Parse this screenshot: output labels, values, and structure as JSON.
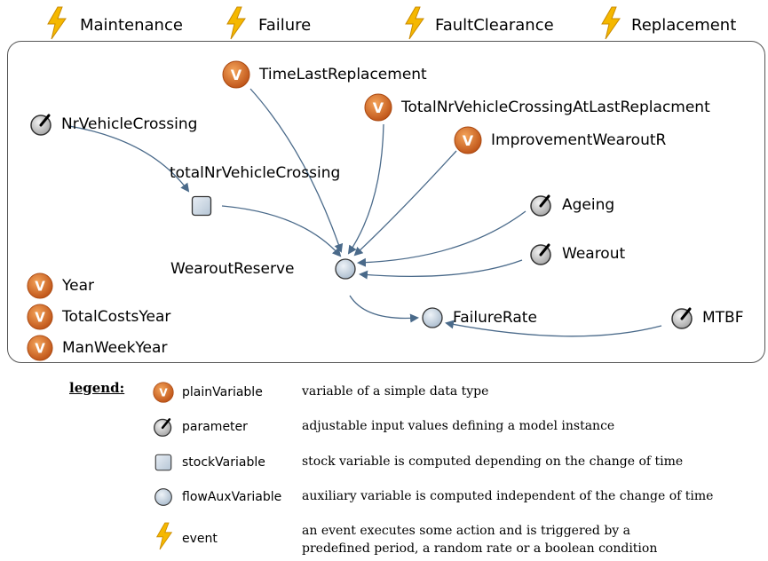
{
  "events": [
    "Maintenance",
    "Failure",
    "FaultClearance",
    "Replacement"
  ],
  "nodes": {
    "time_last_replacement": "TimeLastReplacement",
    "total_nr_vehicle_crossing_at_last_replacment": "TotalNrVehicleCrossingAtLastReplacment",
    "improvement_wearout_r": "ImprovementWearoutR",
    "nr_vehicle_crossing": "NrVehicleCrossing",
    "total_nr_vehicle_crossing": "totalNrVehicleCrossing",
    "ageing": "Ageing",
    "wearout": "Wearout",
    "wearout_reserve": "WearoutReserve",
    "failure_rate": "FailureRate",
    "mtbf": "MTBF",
    "year": "Year",
    "total_costs_year": "TotalCostsYear",
    "man_week_year": "ManWeekYear"
  },
  "legend": {
    "title": "legend:",
    "items": [
      {
        "name": "plainVariable",
        "desc": "variable of a simple data type"
      },
      {
        "name": "parameter",
        "desc": "adjustable input values defining a model instance"
      },
      {
        "name": "stockVariable",
        "desc": "stock variable is computed depending on the change of time"
      },
      {
        "name": "flowAuxVariable",
        "desc": "auxiliary variable is computed independent of the change of time"
      },
      {
        "name": "event",
        "desc_line1": "an event executes some action and is triggered by a",
        "desc_line2": "predefined period, a random rate or a boolean condition"
      }
    ]
  },
  "colors": {
    "plain_variable": "#d2691e",
    "arrow": "#4a6a8a",
    "event_bolt": "#f5b800",
    "aux_fill": "#c9d6e3",
    "frame": "#555555"
  }
}
